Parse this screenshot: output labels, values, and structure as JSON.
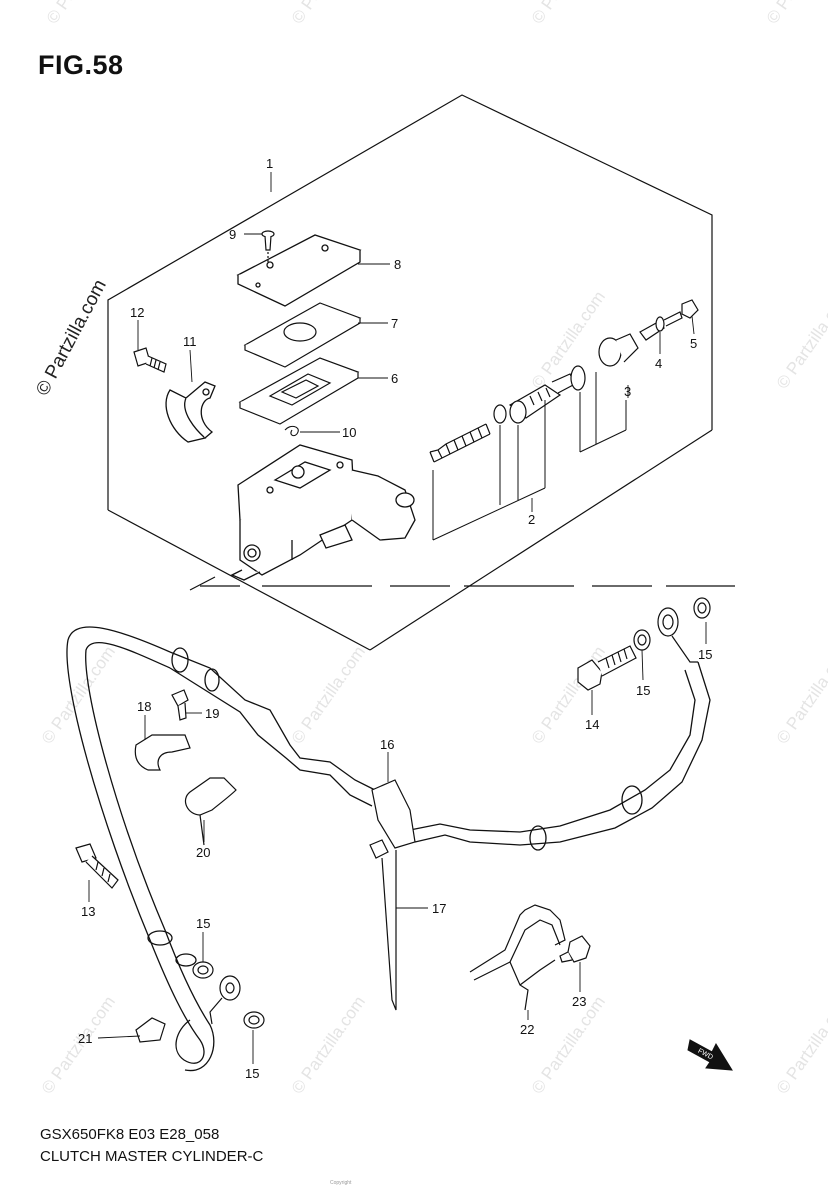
{
  "figure": {
    "title": "FIG.58",
    "model_code": "GSX650FK8 E03 E28_058",
    "diagram_name": "CLUTCH MASTER CYLINDER-C"
  },
  "watermark": {
    "side_text": "© Partzilla.com",
    "tile_text": "© Partzilla.com"
  },
  "copyright_note": "Copyright",
  "fwd_arrow_label": "FWD",
  "callouts": [
    "1",
    "2",
    "3",
    "4",
    "5",
    "6",
    "7",
    "8",
    "9",
    "10",
    "11",
    "12",
    "13",
    "14",
    "15",
    "15",
    "15",
    "15",
    "16",
    "17",
    "18",
    "19",
    "20",
    "21",
    "22",
    "23"
  ],
  "colors": {
    "line": "#111111",
    "watermark": "#e4e4e4",
    "background": "#ffffff"
  }
}
